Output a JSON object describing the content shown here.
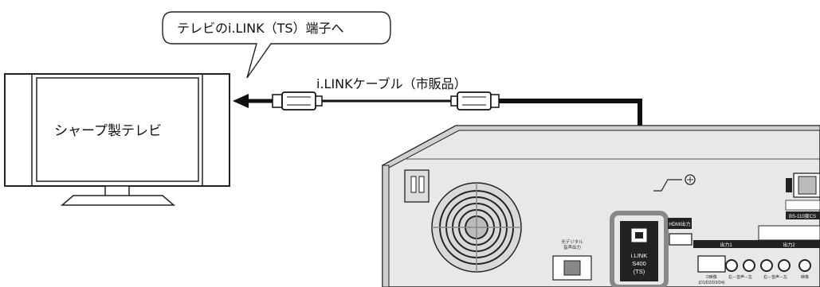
{
  "callout": {
    "text": "テレビのi.LINK（TS）端子へ"
  },
  "cable": {
    "label": "i.LINKケーブル（市販品）"
  },
  "tv": {
    "label": "シャープ製テレビ"
  },
  "recorder": {
    "port_label_1": "i.LINK",
    "port_label_2": "S400",
    "port_label_3": "(TS)",
    "hdmi_label": "HDMI出力",
    "optical_label_1": "光デジタル",
    "optical_label_2": "音声出力",
    "output1_label": "出力1",
    "output2_label": "出力2",
    "bs_label": "BS-110度CS",
    "d_video_label_1": "D映像",
    "d_video_label_2": "(D1/D2/D3/D4)",
    "audio_label_1": "右－音声－左",
    "audio_label_2": "右－音声－左",
    "video_label": "映像"
  },
  "colors": {
    "highlight": "#888888",
    "cable": "#111111",
    "panel": "#e6e6e6"
  }
}
